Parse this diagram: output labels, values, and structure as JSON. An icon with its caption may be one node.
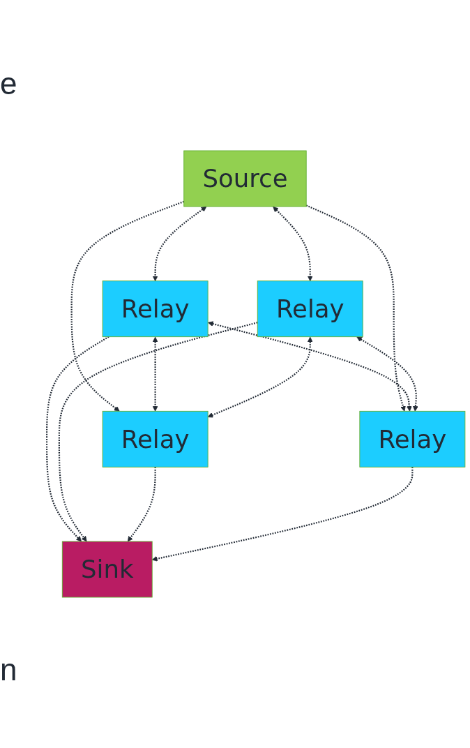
{
  "diagram": {
    "nodes": [
      {
        "text": [
          "Source"
        ]
      },
      {
        "text": [
          "Relay"
        ]
      },
      {
        "text": [
          "Relay"
        ]
      },
      {
        "text": [
          "Relay"
        ]
      },
      {
        "text": [
          "Relay"
        ]
      },
      {
        "text": [
          "Sink"
        ]
      }
    ],
    "edges": [
      {
        "from": 0,
        "to": 1,
        "arrow": "both",
        "style": "dashed"
      },
      {
        "from": 0,
        "to": 2,
        "arrow": "both",
        "style": "dashed"
      },
      {
        "from": 0,
        "to": 3,
        "arrow": "to",
        "style": "dashed"
      },
      {
        "from": 0,
        "to": 4,
        "arrow": "to",
        "style": "dashed"
      },
      {
        "from": 1,
        "to": 3,
        "arrow": "both",
        "style": "dashed"
      },
      {
        "from": 1,
        "to": 4,
        "arrow": "both",
        "style": "dashed"
      },
      {
        "from": 2,
        "to": 3,
        "arrow": "both",
        "style": "dashed"
      },
      {
        "from": 2,
        "to": 4,
        "arrow": "both",
        "style": "dashed"
      },
      {
        "from": 1,
        "to": 5,
        "arrow": "to",
        "style": "dashed"
      },
      {
        "from": 2,
        "to": 5,
        "arrow": "to",
        "style": "dashed"
      },
      {
        "from": 3,
        "to": 5,
        "arrow": "to",
        "style": "dashed"
      },
      {
        "from": 4,
        "to": 5,
        "arrow": "to",
        "style": "dashed"
      }
    ],
    "labels": [
      "e",
      "n"
    ]
  }
}
